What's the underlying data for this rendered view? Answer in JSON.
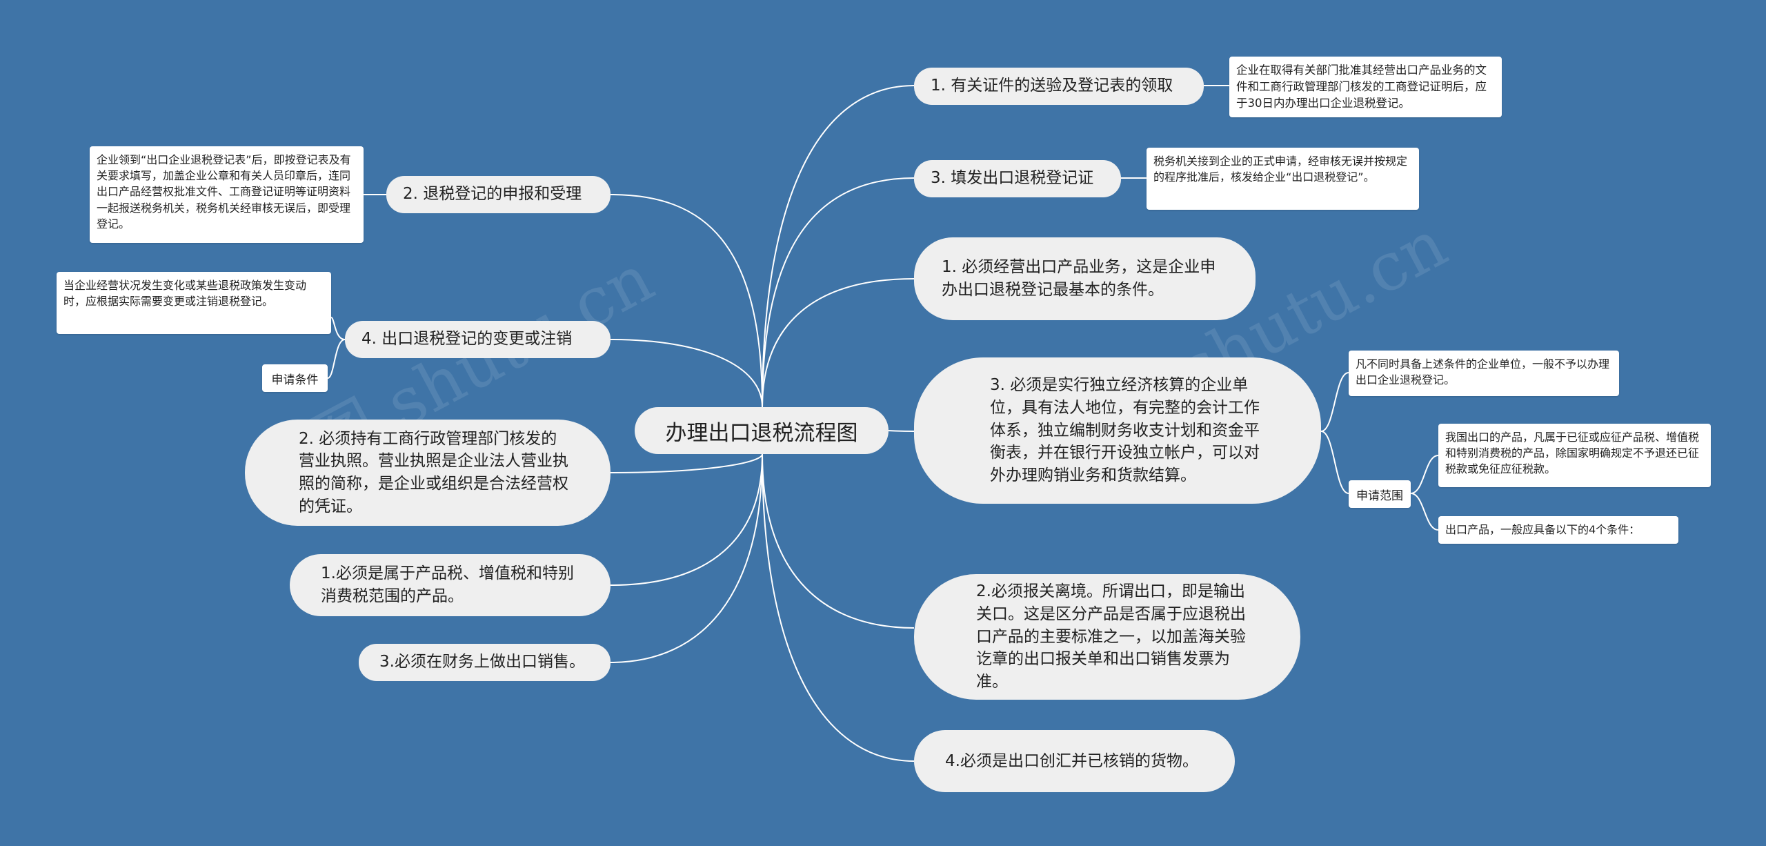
{
  "root": {
    "title": "办理出口退税流程图"
  },
  "right": {
    "step1": {
      "label": "1. 有关证件的送验及登记表的领取",
      "detail": "企业在取得有关部门批准其经营出口产品业务的文件和工商行政管理部门核发的工商登记证明后，应于30日内办理出口企业退税登记。"
    },
    "step3": {
      "label": "3. 填发出口退税登记证",
      "detail": "税务机关接到企业的正式申请，经审核无误并按规定的程序批准后，核发给企业“出口退税登记”。"
    },
    "cond1": "1. 必须经营出口产品业务，这是企业申办出口退税登记最基本的条件。",
    "cond3": "3. 必须是实行独立经济核算的企业单位，具有法人地位，有完整的会计工作体系，独立编制财务收支计划和资金平衡表，并在银行开设独立帐户，可以对外办理购销业务和货款结算。",
    "cond3_note": "凡不同时具备上述条件的企业单位，一般不予以办理出口企业退税登记。",
    "scope_tag": "申请范围",
    "scope1": "我国出口的产品，凡属于已征或应征产品税、增值税和特别消费税的产品，除国家明确规定不予退还已征税款或免征应征税款。",
    "scope2": "出口产品，一般应具备以下的4个条件：",
    "export2": "2.必须报关离境。所谓出口，即是输出关口。这是区分产品是否属于应退税出口产品的主要标准之一，以加盖海关验讫章的出口报关单和出口销售发票为准。",
    "export4": "4.必须是出口创汇并已核销的货物。"
  },
  "left": {
    "step2": {
      "label": "2. 退税登记的申报和受理",
      "detail": "企业领到“出口企业退税登记表”后，即按登记表及有关要求填写，加盖企业公章和有关人员印章后，连同出口产品经营权批准文件、工商登记证明等证明资料一起报送税务机关，税务机关经审核无误后，即受理登记。"
    },
    "step4": {
      "label": "4. 出口退税登记的变更或注销",
      "detail": "当企业经营状况发生变化或某些退税政策发生变动时，应根据实际需要变更或注销退税登记。"
    },
    "cond_tag": "申请条件",
    "cond2": "2. 必须持有工商行政管理部门核发的营业执照。营业执照是企业法人营业执照的简称，是企业或组织是合法经营权的凭证。",
    "export1": "1.必须是属于产品税、增值税和特别消费税范围的产品。",
    "export3": "3.必须在财务上做出口销售。"
  },
  "watermark": [
    "树图 shutu.cn",
    "树图 shutu.cn"
  ]
}
